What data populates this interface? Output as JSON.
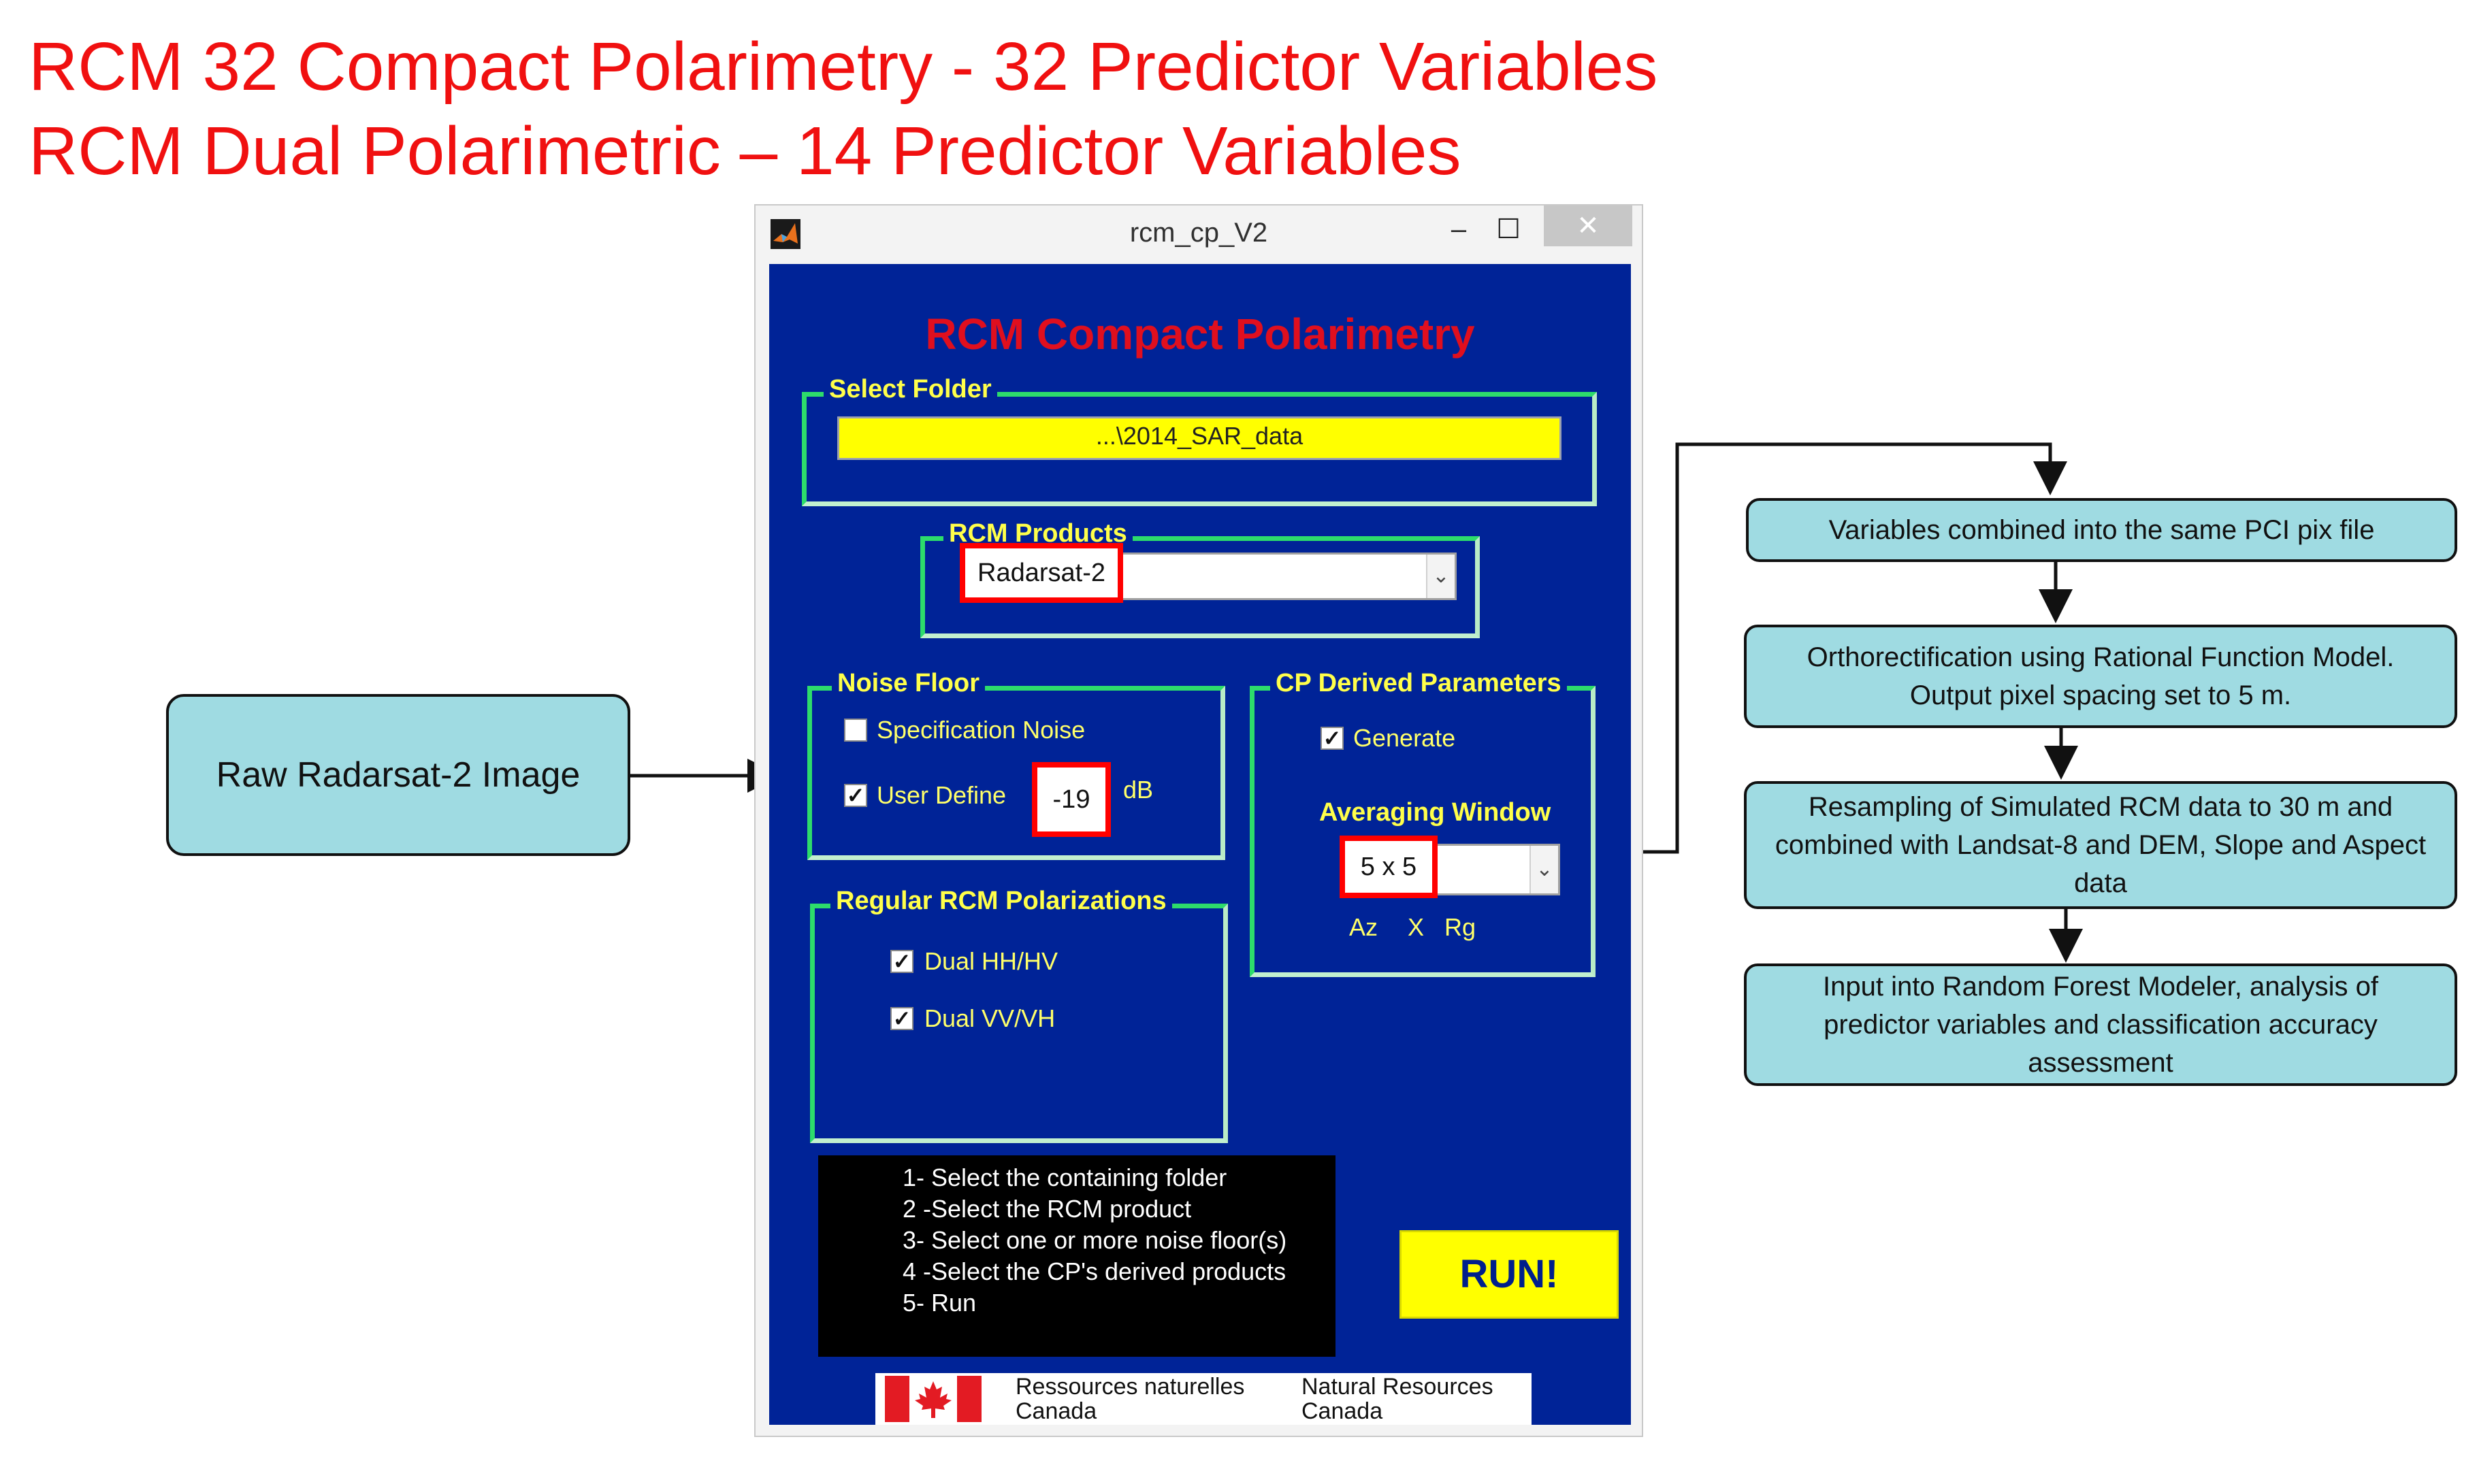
{
  "headline": {
    "line1": "RCM 32 Compact Polarimetry - 32 Predictor Variables",
    "line2": "RCM Dual Polarimetric – 14 Predictor Variables"
  },
  "window": {
    "title": "rcm_cp_V2",
    "minimize": "–",
    "maximize": "☐",
    "close": "✕"
  },
  "app": {
    "title": "RCM Compact Polarimetry",
    "select_folder": {
      "label": "Select Folder",
      "value": "...\\2014_SAR_data"
    },
    "rcm_products": {
      "label": "RCM Products",
      "selected": "Radarsat-2"
    },
    "noise_floor": {
      "label": "Noise Floor",
      "spec_noise": {
        "label": "Specification Noise",
        "checked": false
      },
      "user_define": {
        "label": "User Define",
        "checked": true,
        "value": "-19",
        "unit": "dB"
      }
    },
    "cp_derived": {
      "label": "CP Derived Parameters",
      "generate": {
        "label": "Generate",
        "checked": true
      },
      "averaging_label": "Averaging Window",
      "averaging_value": "5 x 5",
      "axis_az": "Az",
      "axis_x": "X",
      "axis_rg": "Rg"
    },
    "regular_pol": {
      "label": "Regular RCM Polarizations",
      "hh_hv": {
        "label": "Dual HH/HV",
        "checked": true
      },
      "vv_vh": {
        "label": "Dual VV/VH",
        "checked": true
      }
    },
    "instructions": [
      "1- Select the containing folder",
      "2 -Select the RCM product",
      "3- Select one or more noise floor(s)",
      "4 -Select the CP's derived products",
      "5- Run"
    ],
    "run_button": "RUN!",
    "logo": {
      "fr_line1": "Ressources naturelles",
      "fr_line2": "Canada",
      "en_line1": "Natural Resources",
      "en_line2": "Canada"
    }
  },
  "flow": {
    "input": "Raw Radarsat-2 Image",
    "steps": [
      "Variables combined into the same PCI pix file",
      "Orthorectification using Rational Function Model. Output pixel spacing set to 5 m.",
      "Resampling of Simulated RCM data to 30 m and combined with Landsat-8 and DEM, Slope and Aspect data",
      "Input into Random Forest Modeler, analysis of predictor variables and classification accuracy assessment"
    ]
  },
  "colors": {
    "headline": "#f01010",
    "panel_bg": "#002397",
    "app_title": "#e00f1e",
    "group_border": "#2ddc6b",
    "label_yellow": "#ffff4a",
    "highlight_red": "#ff0000",
    "flow_box": "#9fdbe2"
  }
}
